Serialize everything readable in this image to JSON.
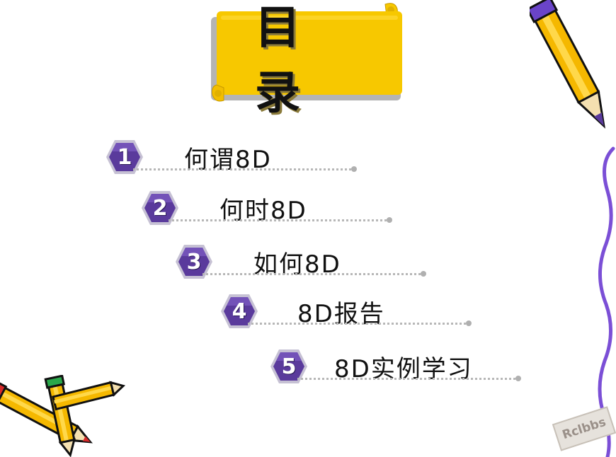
{
  "title": "目录",
  "items": [
    {
      "num": "1",
      "label": "何谓8D"
    },
    {
      "num": "2",
      "label": "何时8D"
    },
    {
      "num": "3",
      "label": "如何8D"
    },
    {
      "num": "4",
      "label": "8D报告"
    },
    {
      "num": "5",
      "label": "8D实例学习"
    }
  ],
  "watermark": "Rclbbs",
  "colors": {
    "scroll": "#f7c800",
    "scroll_shadow": "#b0b0b0",
    "hex_fill": "#5a3a9c",
    "hex_border": "#c6c1d4",
    "pencil": "#f5b800",
    "line": "#7b4fd6"
  },
  "icons": [
    "pencil-icon",
    "hexagon-badge-icon",
    "scroll-banner-icon"
  ]
}
